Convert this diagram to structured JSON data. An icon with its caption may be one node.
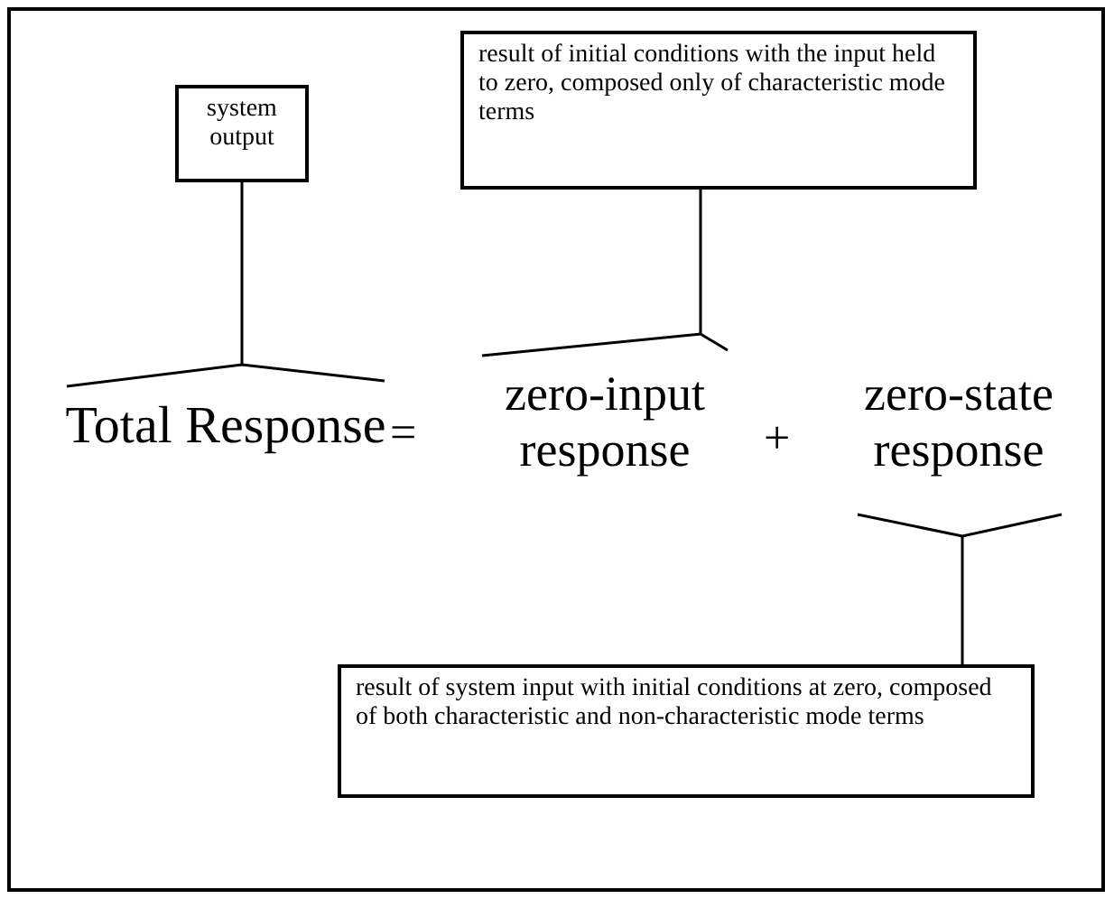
{
  "diagram": {
    "nodes": [
      {
        "text": [
          "system output"
        ]
      },
      {
        "text": [
          "result of initial conditions with the input held to zero, composed only of characteristic mode terms"
        ]
      },
      {
        "text": [
          "Total Response"
        ]
      },
      {
        "text": [
          "zero-input response"
        ]
      },
      {
        "text": [
          "zero-state response"
        ]
      },
      {
        "text": [
          "result of system input with initial conditions at zero, composed of both characteristic and non-characteristic mode terms"
        ]
      }
    ],
    "edges": [
      {
        "from": 0,
        "to": 2,
        "arrow": "none"
      },
      {
        "from": 1,
        "to": 3,
        "arrow": "none"
      },
      {
        "from": 5,
        "to": 4,
        "arrow": "none"
      }
    ],
    "labels": [
      "=",
      "+"
    ]
  }
}
